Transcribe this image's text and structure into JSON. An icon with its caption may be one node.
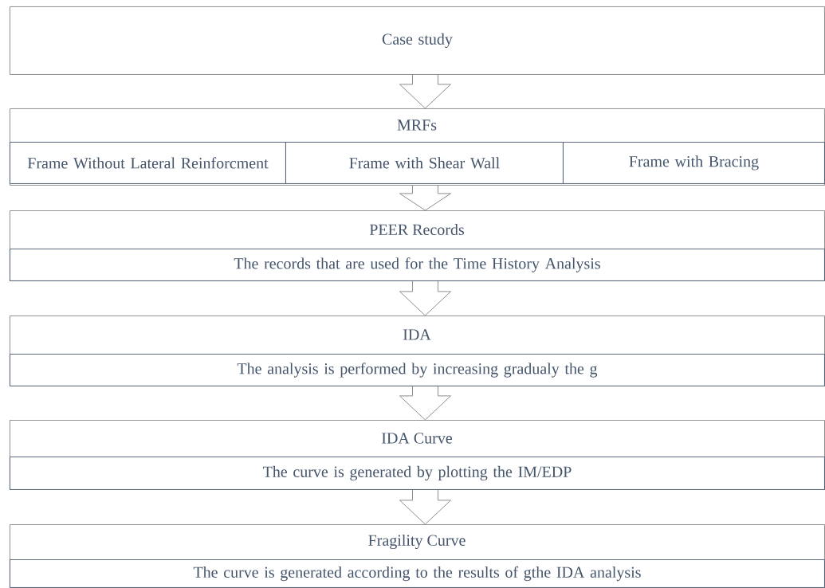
{
  "diagram": {
    "nodes": [
      {
        "text": [
          "Case study"
        ]
      },
      {
        "text": [
          "MRFs"
        ]
      },
      {
        "text": [
          "Frame Without Lateral Reinforcment"
        ],
        "in": 1
      },
      {
        "text": [
          "Frame with Shear Wall"
        ],
        "in": 1
      },
      {
        "text": [
          "Frame with Bracing"
        ],
        "in": 1
      },
      {
        "text": [
          "PEER Records"
        ]
      },
      {
        "text": [
          "The records that are used for the Time History Analysis"
        ],
        "in": 5
      },
      {
        "text": [
          "IDA"
        ]
      },
      {
        "text": [
          "The analysis is performed by increasing gradualy the g"
        ],
        "in": 7
      },
      {
        "text": [
          "IDA Curve"
        ]
      },
      {
        "text": [
          "The curve is generated by plotting the IM/EDP"
        ],
        "in": 9
      },
      {
        "text": [
          "Fragility Curve"
        ]
      },
      {
        "text": [
          "The curve is generated according to the results of gthe IDA analysis"
        ],
        "in": 11
      }
    ],
    "edges": [
      {
        "from": 0,
        "to": 1,
        "arrow": "to"
      },
      {
        "from": 1,
        "to": 5,
        "arrow": "to"
      },
      {
        "from": 5,
        "to": 7,
        "arrow": "to"
      },
      {
        "from": 7,
        "to": 9,
        "arrow": "to"
      },
      {
        "from": 9,
        "to": 11,
        "arrow": "to"
      }
    ]
  }
}
